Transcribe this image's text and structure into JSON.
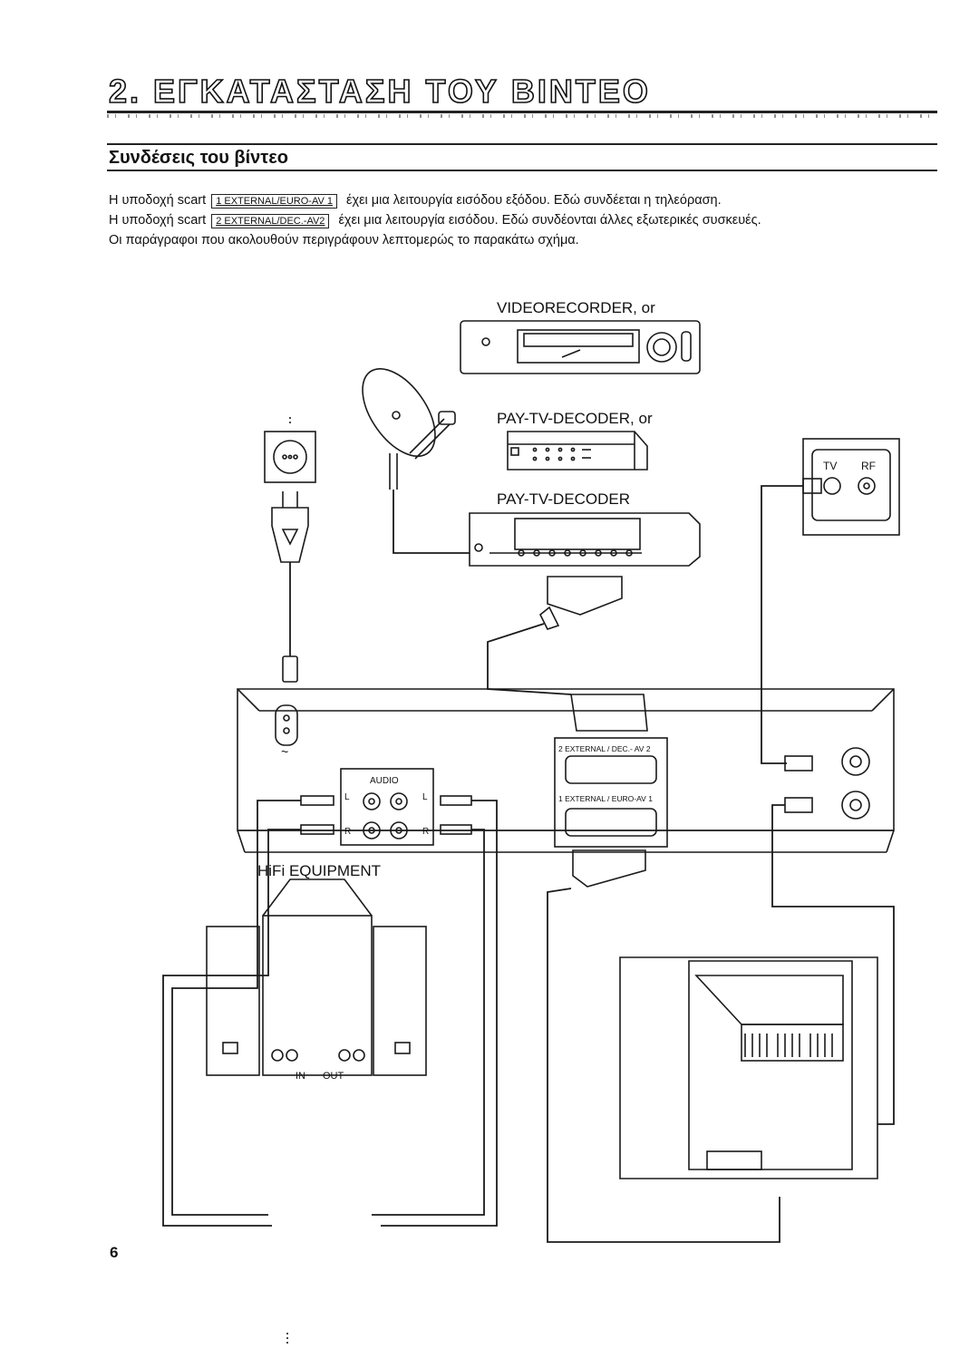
{
  "header": {
    "title": "2. ΕΓΚΑΤΑΣΤΑΣΗ ΤΟΥ ΒΙΝΤΕΟ"
  },
  "section": {
    "title": "Συνδέσεις του βίντεο"
  },
  "intro": {
    "line1": {
      "prefix": "Η υποδοχή scart",
      "socket": "1 EXTERNAL/EURO-AV 1",
      "suffix": "έχει μια λειτουργία εισόδου εξόδου. Εδώ συνδέεται η τηλεόραση."
    },
    "line2": {
      "prefix": "Η υποδοχή scart",
      "socket": "2 EXTERNAL/DEC.-AV2",
      "suffix": "έχει μια λειτουργία εισόδου. Εδώ συνδέονται άλλες εξωτερικές συσκευές."
    },
    "line3": "Οι παράγραφοι που ακολουθούν περιγράφουν λεπτομερώς το παρακάτω σχήμα."
  },
  "diagram": {
    "videorecorder_label": "VIDEORECORDER, or",
    "paytv_decoder_or_label": "PAY-TV-DECODER, or",
    "paytv_decoder_label": "PAY-TV-DECODER",
    "hifi_label": "HiFi EQUIPMENT",
    "scart_av2_label": "2 EXTERNAL / DEC.- AV 2",
    "scart_av1_label": "1 EXTERNAL / EURO-AV 1",
    "audio_label": "AUDIO",
    "audio_left": "L",
    "audio_right": "R",
    "hifi_in": "IN",
    "hifi_out": "OUT",
    "wall_tv": "TV",
    "wall_rf": "RF",
    "mains_symbol": "~"
  },
  "footer": {
    "page_number": "6"
  }
}
